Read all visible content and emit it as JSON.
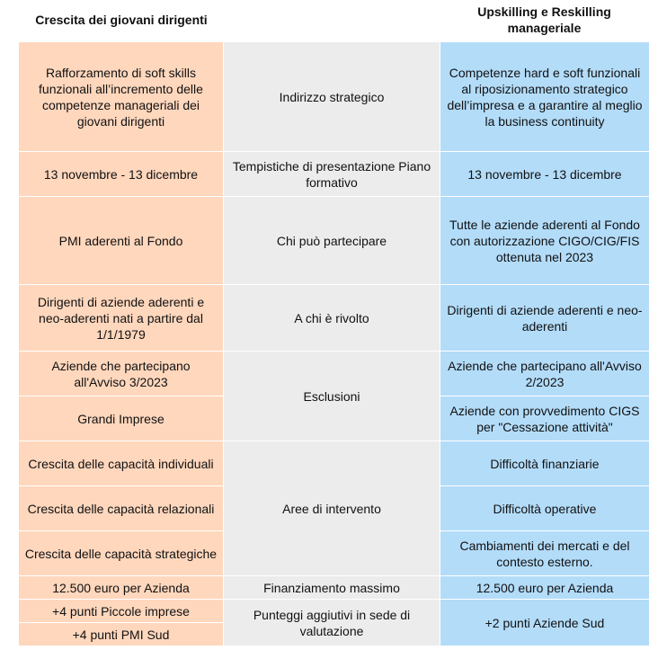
{
  "header": {
    "left": "Crescita dei giovani dirigenti",
    "right": "Upskilling e Reskilling manageriale"
  },
  "rows": [
    {
      "left": "Rafforzamento di soft skills funzionali all’incremento delle competenze manageriali dei giovani dirigenti",
      "middle": "Indirizzo strategico",
      "right": "Competenze hard e soft funzionali al riposizionamento strategico dell’impresa e a garantire al meglio la business continuity"
    },
    {
      "left": "13 novembre - 13 dicembre",
      "middle": "Tempistiche di presentazione Piano formativo",
      "right": "13 novembre - 13 dicembre"
    },
    {
      "left": "PMI aderenti al Fondo",
      "middle": "Chi può partecipare",
      "right": "Tutte le aziende aderenti al Fondo con autorizzazione CIGO/CIG/FIS ottenuta nel 2023"
    },
    {
      "left": "Dirigenti di aziende aderenti e neo-aderenti nati a partire dal 1/1/1979",
      "middle": "A chi è rivolto",
      "right": "Dirigenti di aziende aderenti e neo-aderenti"
    },
    {
      "left": "Aziende che partecipano all'Avviso 3/2023",
      "middle": "Esclusioni",
      "right": "Aziende che partecipano all'Avviso 2/2023"
    },
    {
      "left": "Grandi Imprese",
      "right": "Aziende con provvedimento CIGS  per \"Cessazione attività\""
    },
    {
      "left": "Crescita delle capacità individuali",
      "middle": "Aree di intervento",
      "right": "Difficoltà finanziarie"
    },
    {
      "left": "Crescita delle capacità relazionali",
      "right": "Difficoltà operative"
    },
    {
      "left": "Crescita delle capacità strategiche",
      "right": "Cambiamenti dei mercati e del contesto esterno."
    },
    {
      "left": "12.500 euro per Azienda",
      "middle": "Finanziamento massimo",
      "right": "12.500 euro per Azienda"
    },
    {
      "left": "+4 punti Piccole imprese",
      "middle": "Punteggi aggiutivi in sede di valutazione",
      "right": "+2 punti Aziende Sud"
    },
    {
      "left": "+4 punti PMI Sud"
    }
  ]
}
